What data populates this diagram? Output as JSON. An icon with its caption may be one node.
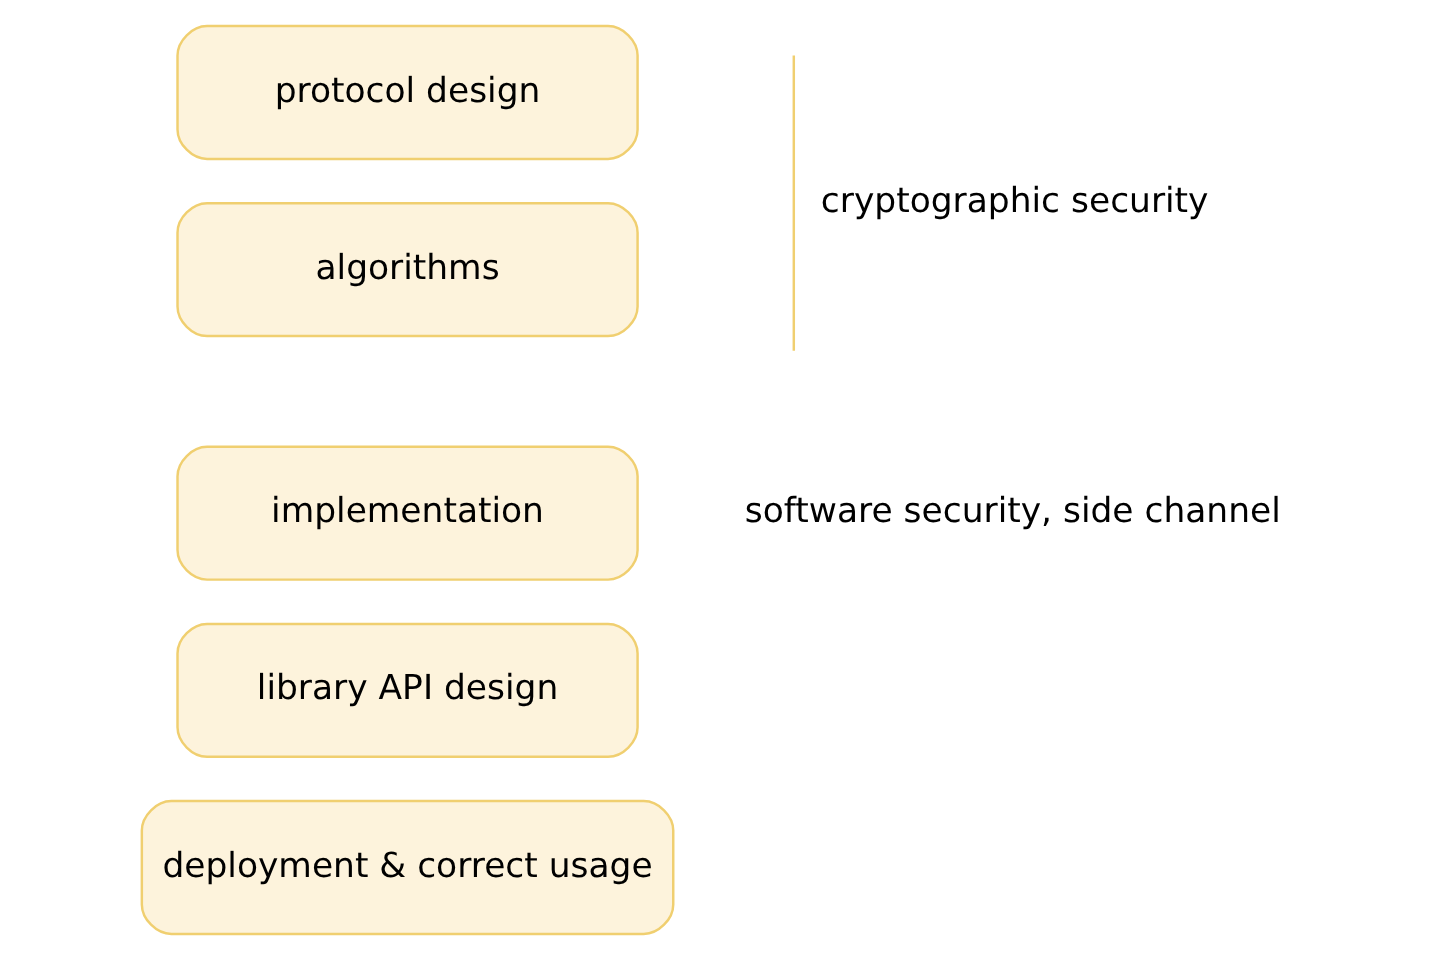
{
  "diagram": {
    "nodes": [
      {
        "text": [
          "algorithms"
        ]
      },
      {
        "text": [
          "protocol design"
        ]
      },
      {
        "text": [
          "implementation"
        ]
      },
      {
        "text": [
          "library API design"
        ]
      },
      {
        "text": [
          "deployment & correct usage"
        ]
      }
    ],
    "labels": [
      "cryptographic security",
      "software security, side channel"
    ]
  }
}
